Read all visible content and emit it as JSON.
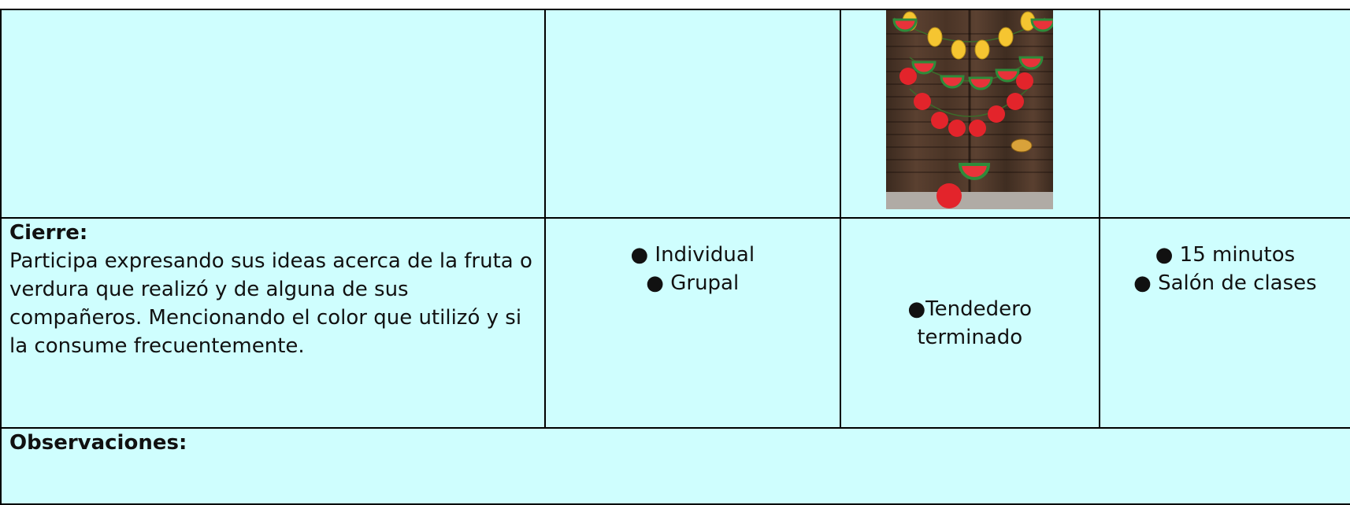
{
  "top_row": {
    "image_description_name": "fruit-garland-door-photo"
  },
  "closing": {
    "heading": "Cierre:",
    "description": "Participa expresando sus ideas acerca de la fruta o verdura que realizó y de alguna de sus compañeros. Mencionando el color que utilizó y si la consume frecuentemente.",
    "modality": [
      "● Individual",
      "● Grupal"
    ],
    "materials": [
      "●Tendedero",
      "terminado"
    ],
    "time_place": [
      "● 15 minutos",
      "● Salón de clases"
    ]
  },
  "observations": {
    "heading": "Observaciones:"
  },
  "colors": {
    "cell_background": "#cffefe",
    "border": "#000000"
  }
}
